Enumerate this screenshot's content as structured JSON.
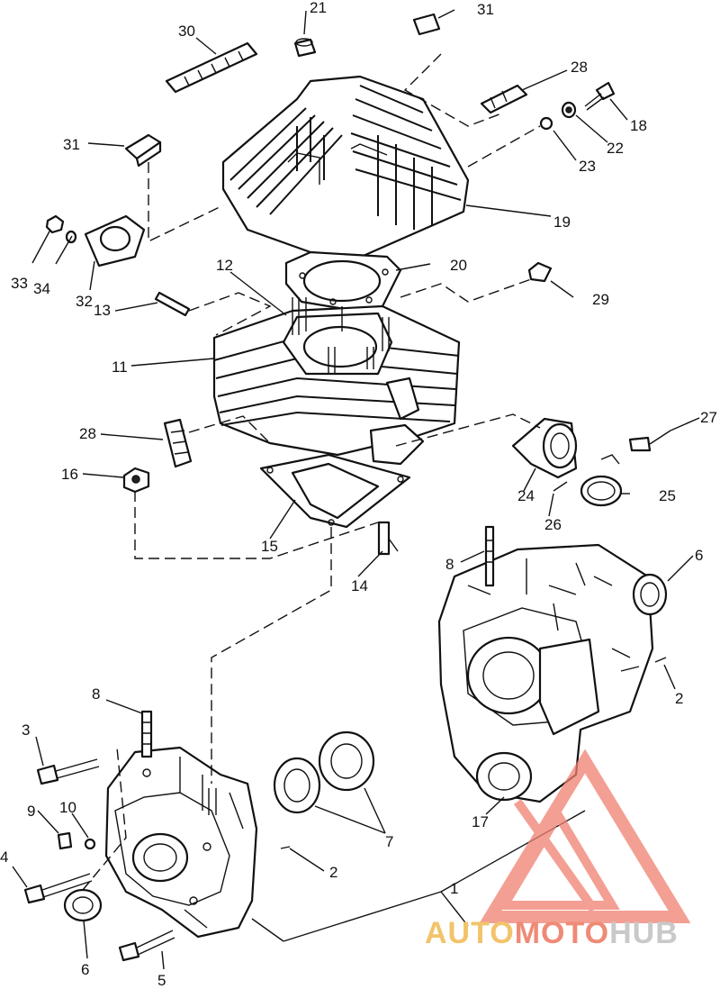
{
  "callouts": [
    "1",
    "2",
    "3",
    "4",
    "5",
    "6",
    "7",
    "8",
    "9",
    "10",
    "11",
    "12",
    "13",
    "14",
    "15",
    "16",
    "17",
    "18",
    "19",
    "20",
    "21",
    "22",
    "23",
    "24",
    "25",
    "26",
    "27",
    "28",
    "29",
    "30",
    "31",
    "32",
    "33",
    "34"
  ],
  "watermark": {
    "part1": "AUTO",
    "part2": "MOTO",
    "part3": "HUB",
    "colors": {
      "logo": "#f07f6f",
      "part1": "#f2c36b",
      "part2": "#ef8a76",
      "part3": "#c9c9c9"
    }
  }
}
